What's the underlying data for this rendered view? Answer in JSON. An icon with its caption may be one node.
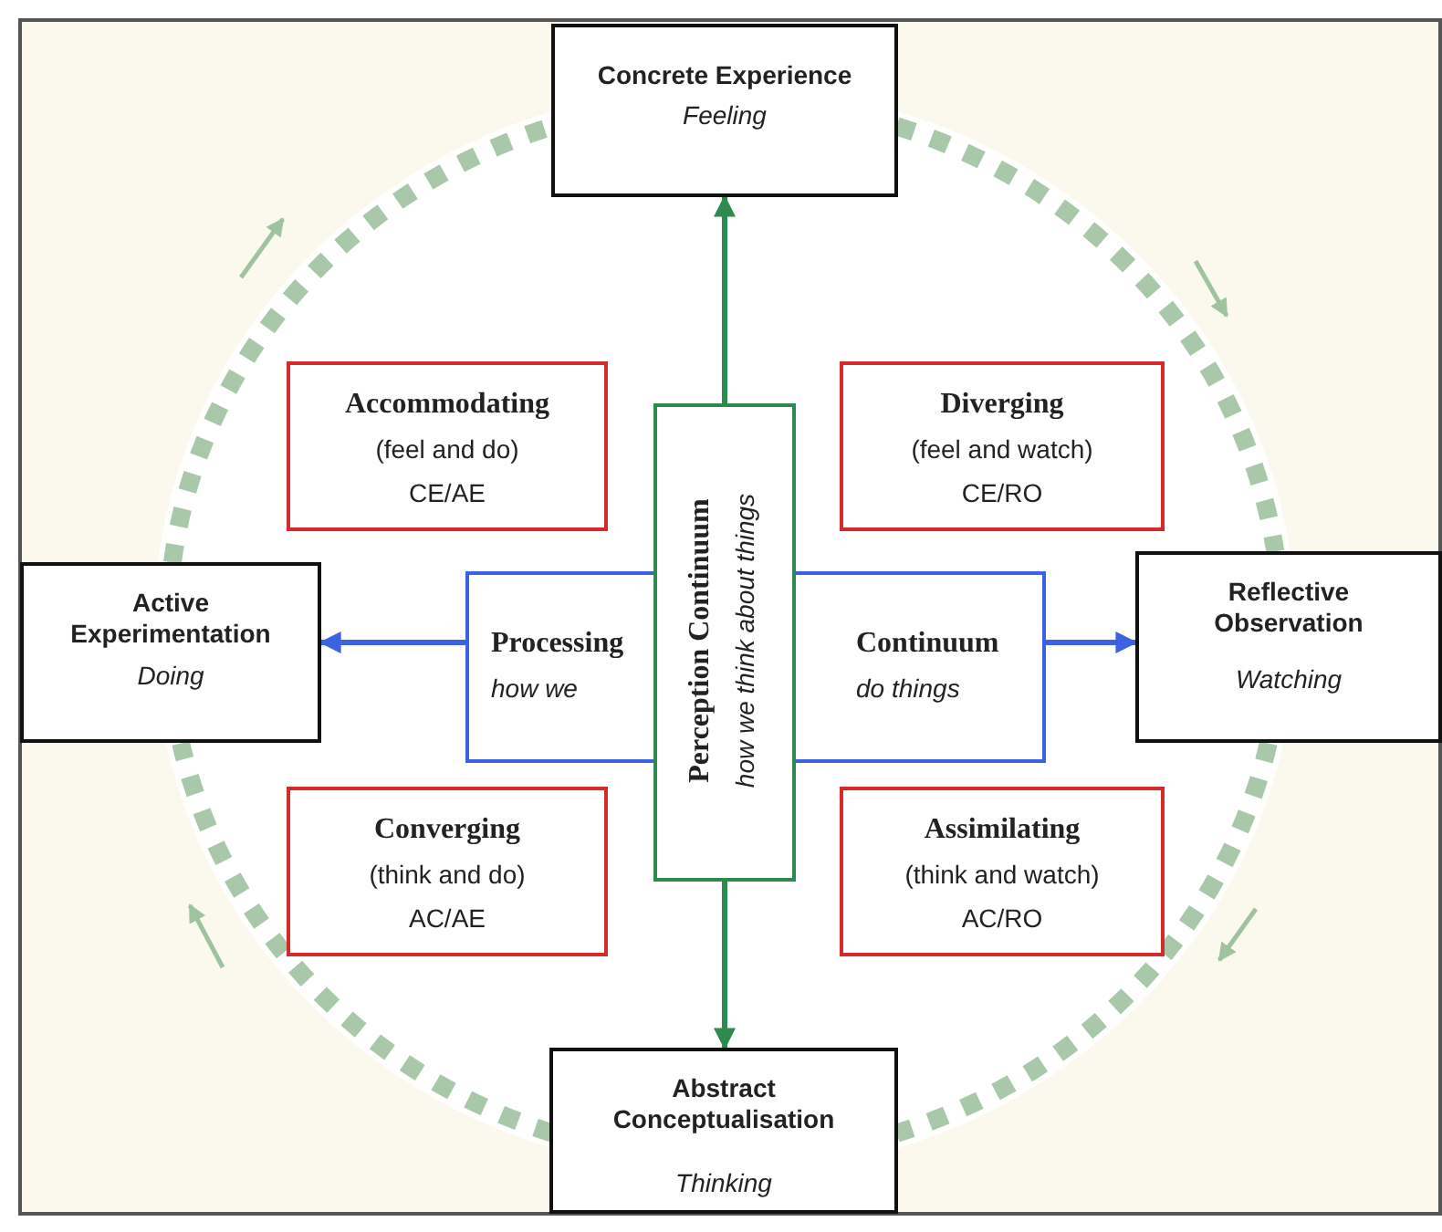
{
  "diagram": {
    "nodes": [
      {
        "text": [
          "Concrete Experience",
          "Feeling"
        ]
      },
      {
        "text": [
          "Active Experimentation",
          "Doing"
        ]
      },
      {
        "text": [
          "Reflective Observation",
          "Watching"
        ]
      },
      {
        "text": [
          "Abstract Conceptualisation",
          "Thinking"
        ]
      },
      {
        "text": [
          "Accommodating",
          "(feel and do)",
          "CE/AE"
        ]
      },
      {
        "text": [
          "Diverging",
          "(feel and watch)",
          "CE/RO"
        ]
      },
      {
        "text": [
          "Converging",
          "(think and do)",
          "AC/AE"
        ]
      },
      {
        "text": [
          "Assimilating",
          "(think and watch)",
          "AC/RO"
        ]
      },
      {
        "text": [
          "Processing",
          "how we",
          "Continuum",
          "do things"
        ]
      },
      {
        "text": [
          "Perception Continuum",
          "how we think about things"
        ]
      }
    ],
    "edges": [
      {
        "from": 9,
        "to": 0,
        "arrow": "to",
        "color": "#2e8b4e"
      },
      {
        "from": 9,
        "to": 3,
        "arrow": "to",
        "color": "#2e8b4e"
      },
      {
        "from": 8,
        "to": 1,
        "arrow": "to",
        "color": "#3b63e0"
      },
      {
        "from": 8,
        "to": 2,
        "arrow": "to",
        "color": "#3b63e0"
      },
      {
        "from": 0,
        "to": 2,
        "arrow": "none",
        "style": "dashed"
      },
      {
        "from": 2,
        "to": 3,
        "arrow": "none",
        "style": "dashed"
      },
      {
        "from": 3,
        "to": 1,
        "arrow": "none",
        "style": "dashed"
      },
      {
        "from": 1,
        "to": 0,
        "arrow": "none",
        "style": "dashed"
      }
    ]
  }
}
